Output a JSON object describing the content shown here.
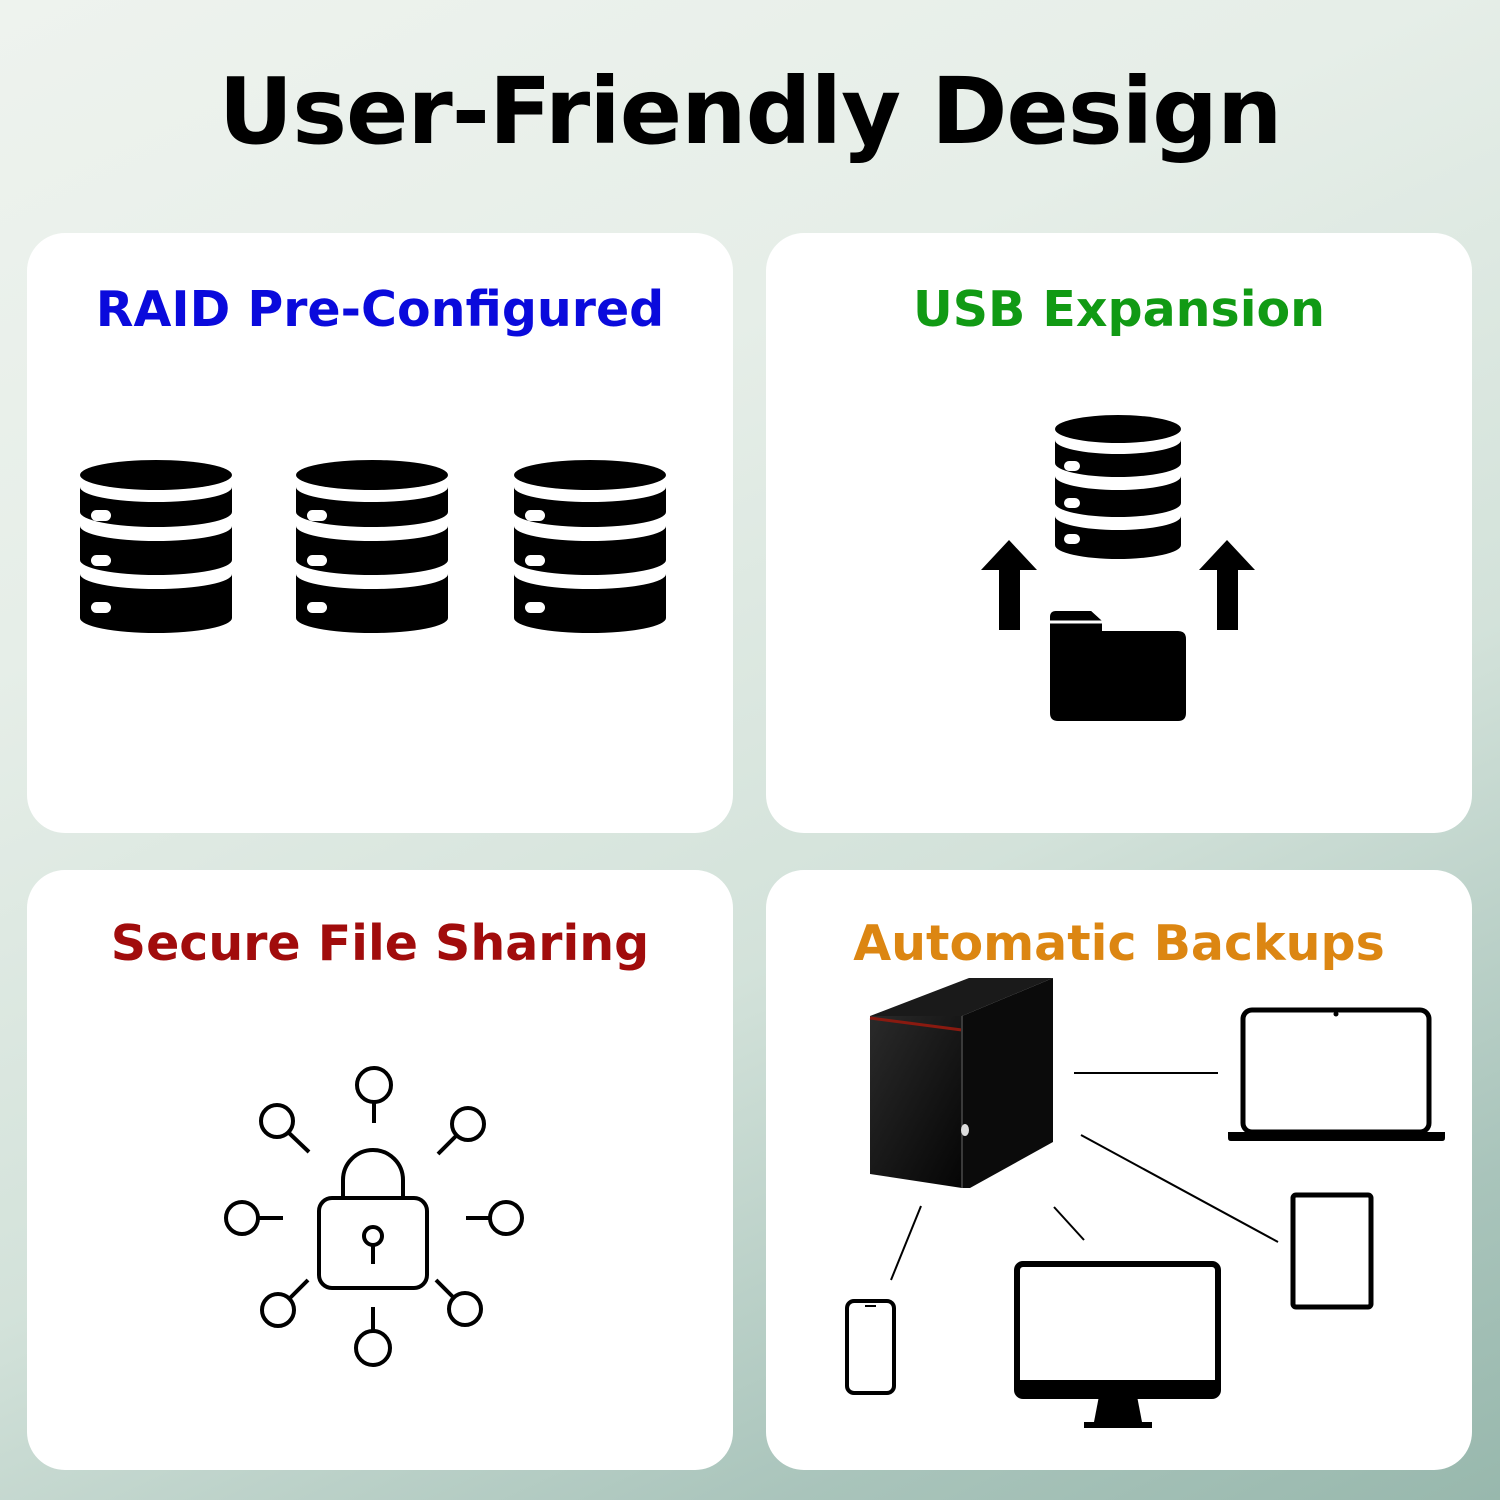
{
  "page": {
    "title": "User-Friendly Design"
  },
  "cards": [
    {
      "title": "RAID Pre-Configured",
      "color": "#0a0adc",
      "icon": "database-stack-icon"
    },
    {
      "title": "USB Expansion",
      "color": "#119a14",
      "icon": "usb-expansion-icon"
    },
    {
      "title": "Secure File Sharing",
      "color": "#a10c0c",
      "icon": "secure-sharing-lock-icon"
    },
    {
      "title": "Automatic Backups",
      "color": "#dc8612",
      "icon": "network-backup-diagram-icon"
    }
  ]
}
